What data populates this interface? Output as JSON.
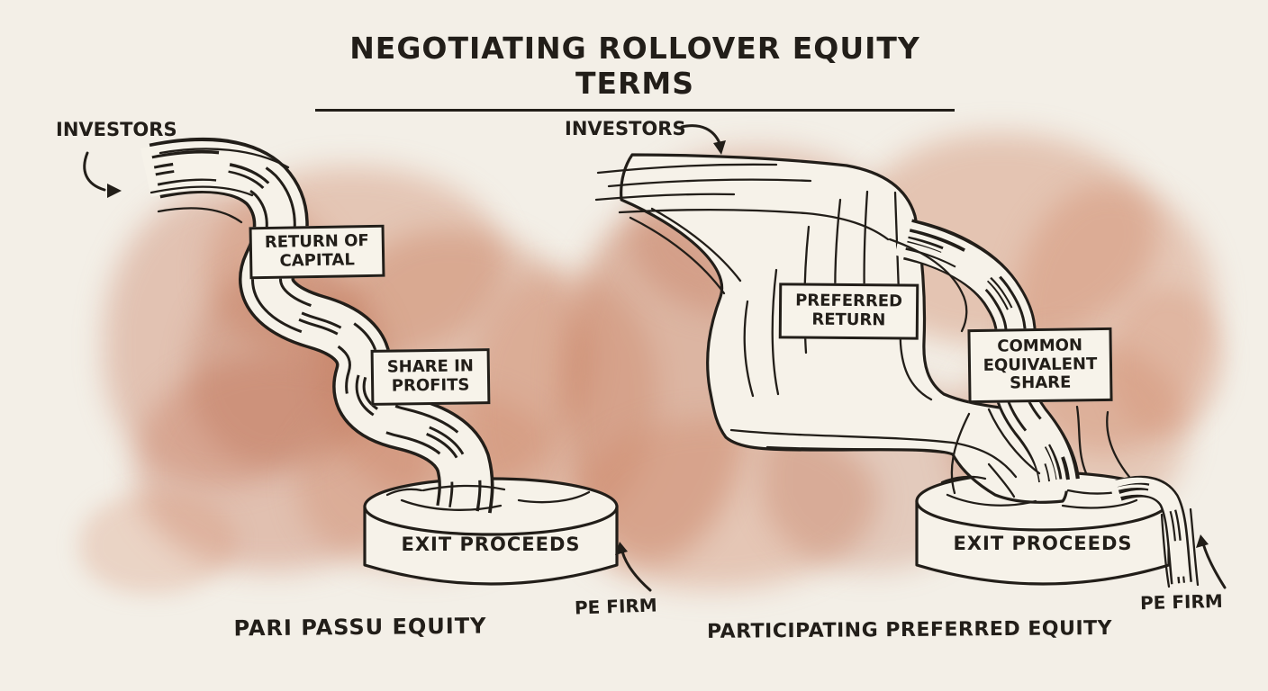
{
  "title": "NEGOTIATING ROLLOVER EQUITY TERMS",
  "left": {
    "investors": "INVESTORS",
    "tier1": "RETURN OF CAPITAL",
    "tier2": "SHARE IN PROFITS",
    "pool": "EXIT PROCEEDS",
    "pe_firm": "PE FIRM",
    "caption": "PARI PASSU EQUITY"
  },
  "right": {
    "investors": "INVESTORS",
    "tier1": "PREFERRED RETURN",
    "tier2": "COMMON EQUIVALENT SHARE",
    "pool": "EXIT PROCEEDS",
    "pe_firm": "PE FIRM",
    "caption": "PARTICIPATING PREFERRED EQUITY"
  },
  "colors": {
    "paper": "#f3efe7",
    "ink": "#221e19",
    "watercolor": "#c97f63",
    "stream_fill": "#f6f2e9"
  }
}
